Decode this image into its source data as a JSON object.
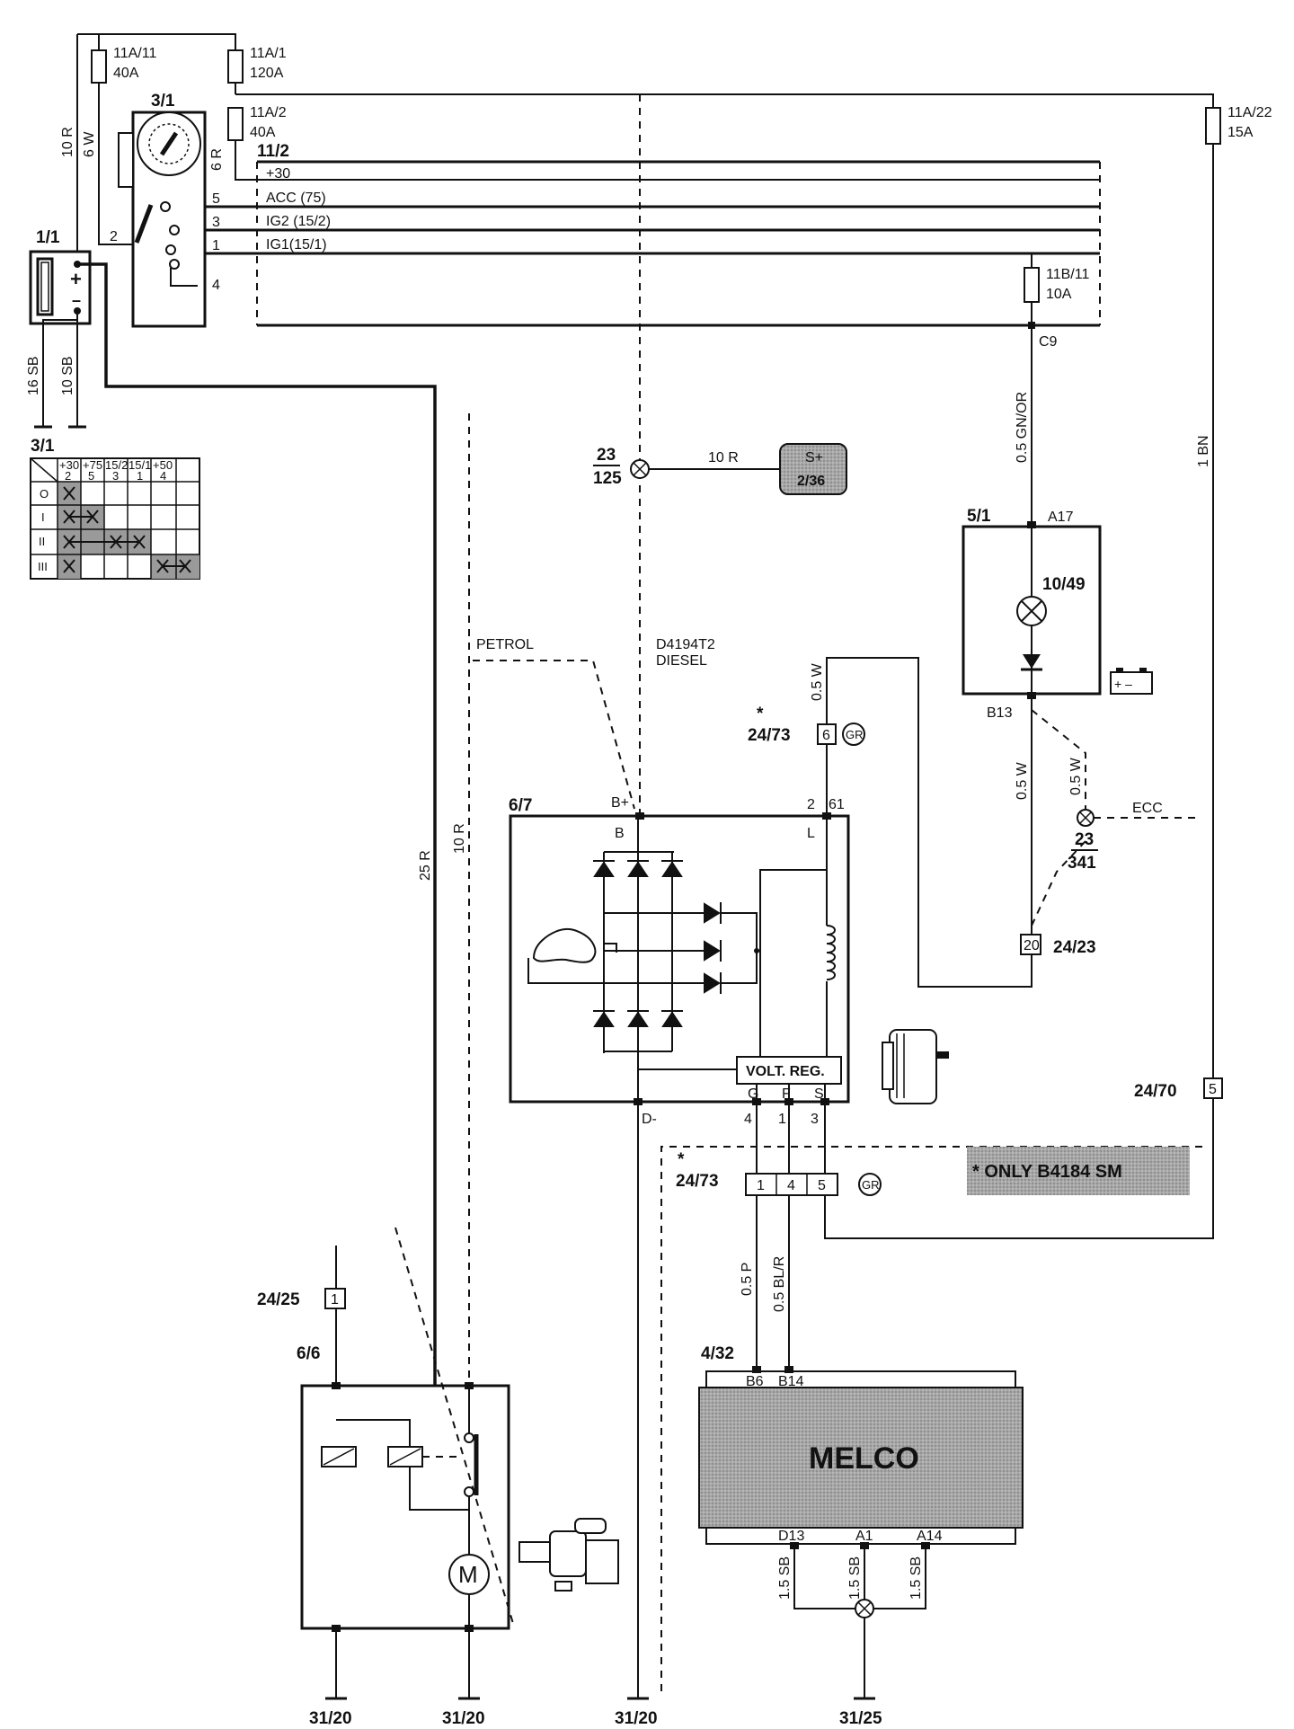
{
  "components": {
    "fuse_11a11": {
      "id": "11A/11",
      "rating": "40A"
    },
    "fuse_11a1": {
      "id": "11A/1",
      "rating": "120A"
    },
    "fuse_11a2": {
      "id": "11A/2",
      "rating": "40A"
    },
    "fuse_11a22": {
      "id": "11A/22",
      "rating": "15A"
    },
    "fuse_11b11": {
      "id": "11B/11",
      "rating": "10A"
    },
    "ignition_switch": {
      "id": "3/1",
      "pins": [
        "5",
        "3",
        "1",
        "2",
        "4"
      ]
    },
    "battery": {
      "id": "1/1",
      "plus": "+",
      "minus": "–"
    },
    "rail_block": {
      "id": "11/2",
      "rails": [
        "+30",
        "ACC (75)",
        "IG2 (15/2)",
        "IG1(15/1)"
      ],
      "connector": "C9"
    },
    "ignition_table": {
      "id": "3/1",
      "headers": [
        [
          "+30",
          "2"
        ],
        [
          "+75",
          "5"
        ],
        [
          "15/2",
          "3"
        ],
        [
          "15/1",
          "1"
        ],
        [
          "+50",
          "4"
        ]
      ],
      "rows": [
        "O",
        "I",
        "II",
        "III"
      ]
    },
    "splice_125": {
      "num": "23",
      "den": "125"
    },
    "splice_341": {
      "num": "23",
      "den": "341"
    },
    "remote_236": {
      "top": "S+",
      "bottom": "2/36"
    },
    "combination_instrument": {
      "id": "5/1",
      "pin_in": "A17",
      "pin_out": "B13",
      "lamp": "10/49"
    },
    "alternator": {
      "id": "6/7",
      "terminal_bplus": "B+",
      "terminal_b": "B",
      "terminal_l": "L",
      "pin_2": "2",
      "pin_61": "61",
      "terminal_d": "D-",
      "regulator": "VOLT. REG.",
      "reg_pins": [
        "G",
        "F",
        "S"
      ],
      "reg_nums": [
        "4",
        "1",
        "3"
      ]
    },
    "connector_24_73_top": {
      "id": "24/73",
      "pin": "6",
      "color": "GR",
      "mark": "*"
    },
    "connector_24_73_bot": {
      "id": "24/73",
      "pins": [
        "1",
        "4",
        "5"
      ],
      "color": "GR",
      "mark": "*"
    },
    "connector_24_23": {
      "id": "24/23",
      "pin": "20"
    },
    "connector_24_70": {
      "id": "24/70",
      "pin": "5"
    },
    "connector_24_25": {
      "id": "24/25",
      "pin": "1"
    },
    "starter": {
      "id": "6/6",
      "motor": "M"
    },
    "ecu": {
      "id": "4/32",
      "name": "MELCO",
      "top_pins": [
        "B6",
        "B14"
      ],
      "bottom_pins": [
        "D13",
        "A1",
        "A14"
      ]
    },
    "note": "* ONLY B4184 SM",
    "engine_labels": {
      "petrol": "PETROL",
      "diesel_code": "D4194T2",
      "diesel": "DIESEL",
      "ecc": "ECC"
    },
    "grounds": [
      "31/20",
      "31/20",
      "31/20",
      "31/25"
    ]
  },
  "wires": {
    "w10r_a": "10 R",
    "w6w": "6 W",
    "w6r": "6 R",
    "w16sb": "16 SB",
    "w10sb": "10 SB",
    "w25r": "25 R",
    "w10r_b": "10 R",
    "w10r_c": "10 R",
    "w05gnor": "0.5 GN/OR",
    "w1bn": "1 BN",
    "w05w_a": "0.5 W",
    "w05w_b": "0.5 W",
    "w05w_c": "0.5 W",
    "w05p": "0.5 P",
    "w05blr": "0.5 BL/R",
    "w15sb_a": "1.5 SB",
    "w15sb_b": "1.5 SB",
    "w15sb_c": "1.5 SB"
  }
}
